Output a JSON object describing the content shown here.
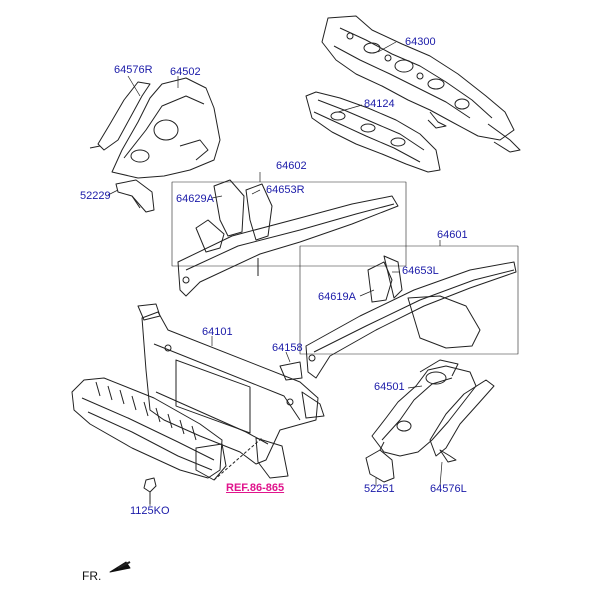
{
  "colors": {
    "label_blue": "#1a1aa8",
    "reference_magenta": "#e0148c",
    "line": "#222222"
  },
  "labels": {
    "p64300": "64300",
    "p84124": "84124",
    "p64576R": "64576R",
    "p64502": "64502",
    "p52229": "52229",
    "p64602": "64602",
    "p64629A": "64629A",
    "p64653R": "64653R",
    "p64601": "64601",
    "p64653L": "64653L",
    "p64619A": "64619A",
    "p64101": "64101",
    "p64158": "64158",
    "p64501": "64501",
    "p52251": "52251",
    "p64576L": "64576L",
    "p1125KO": "1125KO",
    "ref": "REF.86-865",
    "front": "FR."
  },
  "icons": {
    "front_arrow": "front-direction-arrow-icon"
  }
}
